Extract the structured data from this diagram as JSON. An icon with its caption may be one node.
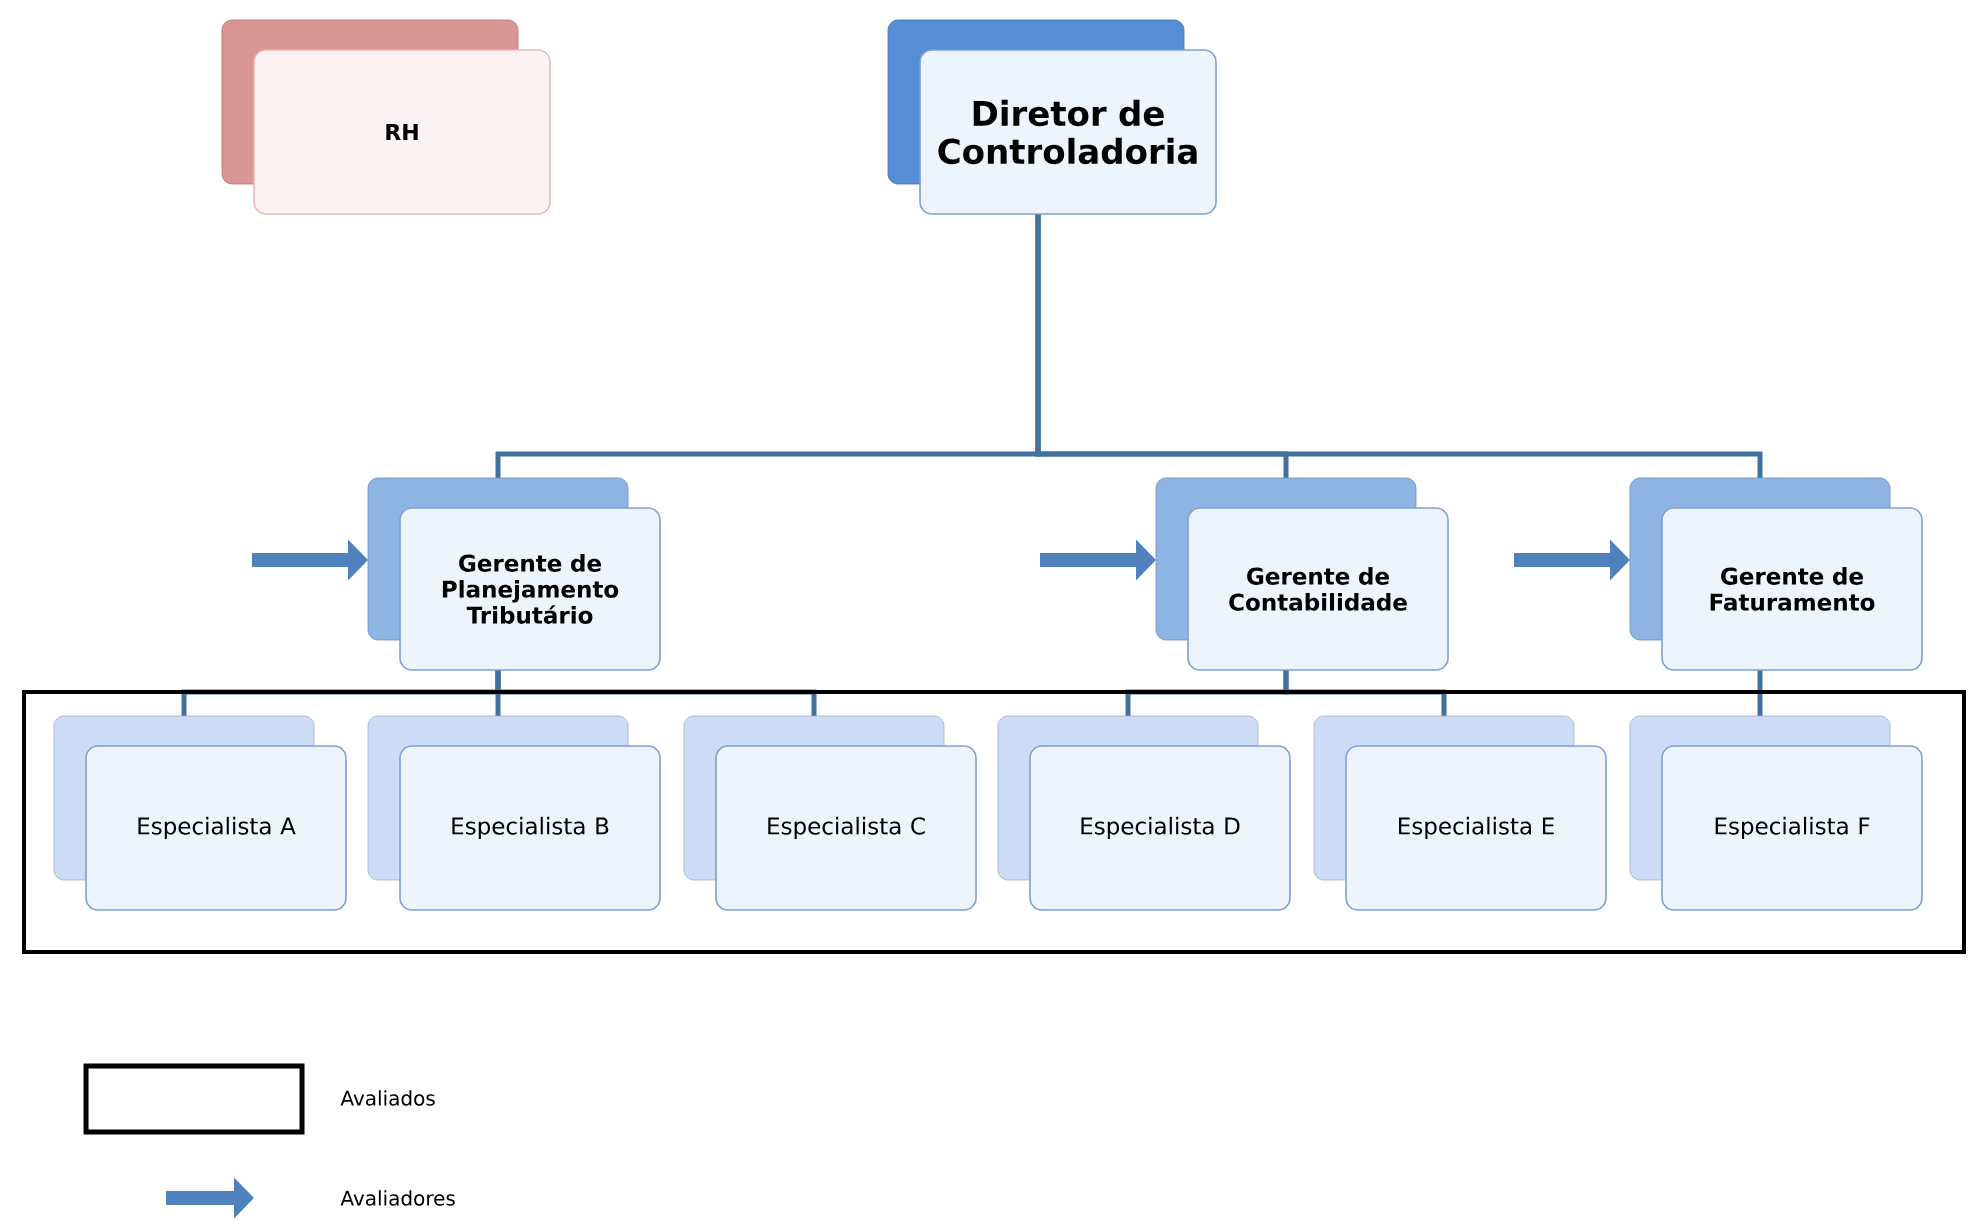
{
  "diagram": {
    "nodes": [
      {
        "text": [
          "RH"
        ]
      },
      {
        "text": [
          "Diretor de Controladoria"
        ]
      },
      {
        "text": [
          "Gerente de Planejamento Tributário"
        ]
      },
      {
        "text": [
          "Gerente de Contabilidade"
        ]
      },
      {
        "text": [
          "Gerente de Faturamento"
        ]
      },
      {
        "text": [],
        "shape": "box"
      },
      {
        "text": [
          "Especialista A"
        ],
        "in": 5
      },
      {
        "text": [
          "Especialista B"
        ],
        "in": 5
      },
      {
        "text": [
          "Especialista C"
        ],
        "in": 5
      },
      {
        "text": [
          "Especialista D"
        ],
        "in": 5
      },
      {
        "text": [
          "Especialista E"
        ],
        "in": 5
      },
      {
        "text": [
          "Especialista F"
        ],
        "in": 5
      }
    ],
    "edges": [
      {
        "from": 1,
        "to": 2,
        "arrow": "none"
      },
      {
        "from": 1,
        "to": 3,
        "arrow": "none"
      },
      {
        "from": 1,
        "to": 4,
        "arrow": "none"
      },
      {
        "from": 2,
        "to": 6,
        "arrow": "none"
      },
      {
        "from": 2,
        "to": 7,
        "arrow": "none"
      },
      {
        "from": 2,
        "to": 8,
        "arrow": "none"
      },
      {
        "from": 3,
        "to": 9,
        "arrow": "none"
      },
      {
        "from": 3,
        "to": 10,
        "arrow": "none"
      },
      {
        "from": 4,
        "to": 11,
        "arrow": "none"
      },
      {
        "from": null,
        "to": 2,
        "arrow": "to",
        "style": "thick"
      },
      {
        "from": null,
        "to": 3,
        "arrow": "to",
        "style": "thick"
      },
      {
        "from": null,
        "to": 4,
        "arrow": "to",
        "style": "thick"
      }
    ],
    "legend": [
      {
        "text": "Avaliados"
      },
      {
        "text": "Avaliadores"
      }
    ]
  }
}
